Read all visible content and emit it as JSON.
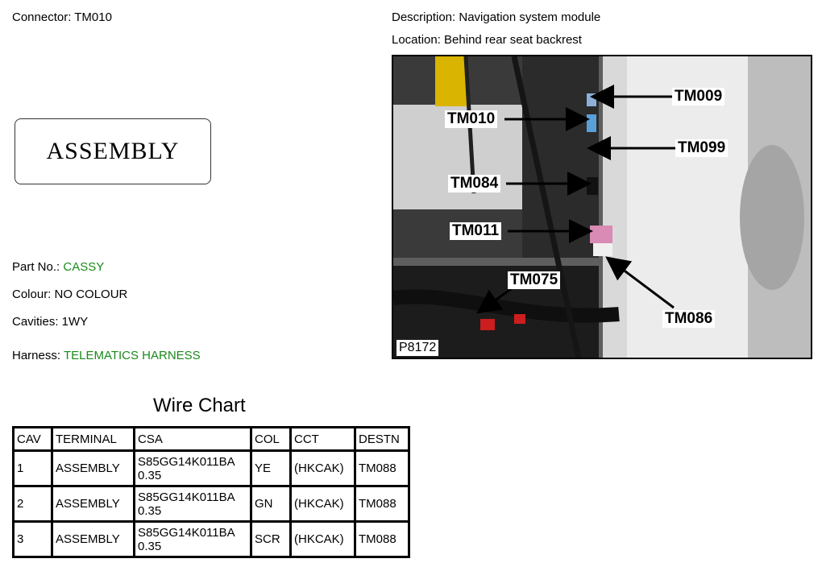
{
  "connector": "Connector: TM010",
  "description": "Description: Navigation system module",
  "location": "Location: Behind rear seat backrest",
  "assembly_label": "ASSEMBLY",
  "part_no": {
    "label": "Part No.:",
    "value": "CASSY"
  },
  "colour": "Colour: NO COLOUR",
  "cavities": "Cavities: 1WY",
  "harness": {
    "label": "Harness:",
    "value": "TELEMATICS HARNESS"
  },
  "wire_chart": {
    "title": "Wire Chart",
    "headers": [
      "CAV",
      "TERMINAL",
      "CSA",
      "COL",
      "CCT",
      "DESTN"
    ],
    "rows": [
      {
        "cav": "1",
        "terminal": "ASSEMBLY",
        "csa_part": "S85GG14K011BA",
        "csa_size": "0.35",
        "col": "YE",
        "cct": "(HKCAK)",
        "destn": "TM088"
      },
      {
        "cav": "2",
        "terminal": "ASSEMBLY",
        "csa_part": "S85GG14K011BA",
        "csa_size": "0.35",
        "col": "GN",
        "cct": "(HKCAK)",
        "destn": "TM088"
      },
      {
        "cav": "3",
        "terminal": "ASSEMBLY",
        "csa_part": "S85GG14K011BA",
        "csa_size": "0.35",
        "col": "SCR",
        "cct": "(HKCAK)",
        "destn": "TM088"
      }
    ]
  },
  "photo": {
    "id": "P8172",
    "callouts": [
      "TM009",
      "TM010",
      "TM099",
      "TM084",
      "TM011",
      "TM075",
      "TM086"
    ]
  },
  "colors": {
    "value_green": "#1a8a1a"
  }
}
